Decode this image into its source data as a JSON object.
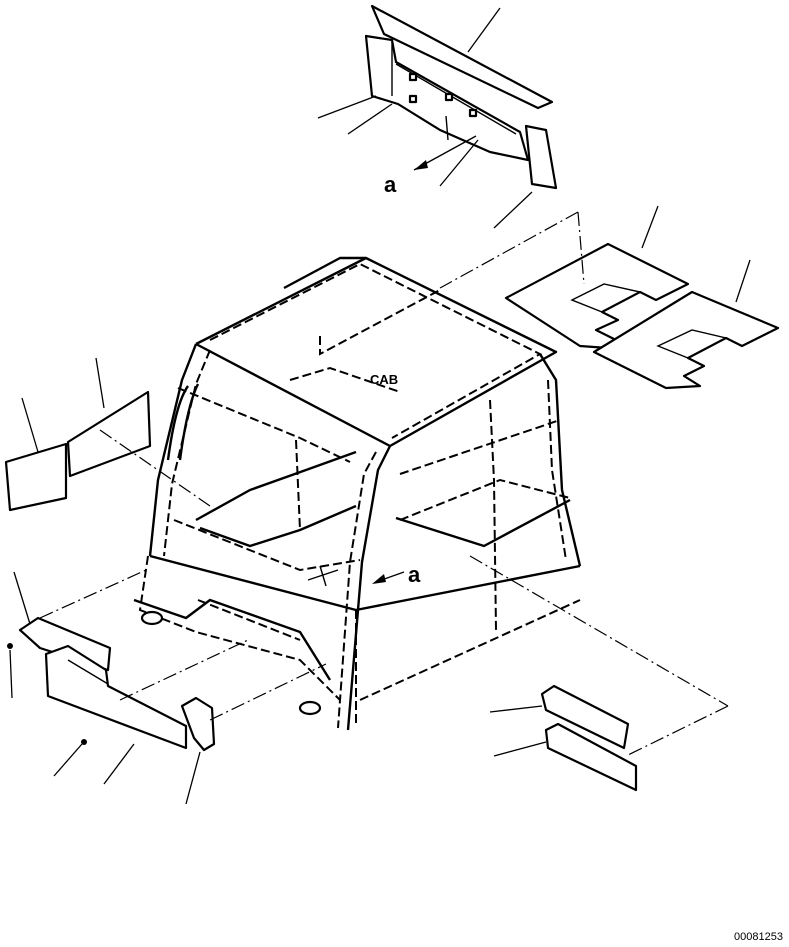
{
  "diagram": {
    "center_label": "CAB",
    "view_marker_top": "a",
    "view_marker_front": "a",
    "drawing_number": "00081253"
  }
}
